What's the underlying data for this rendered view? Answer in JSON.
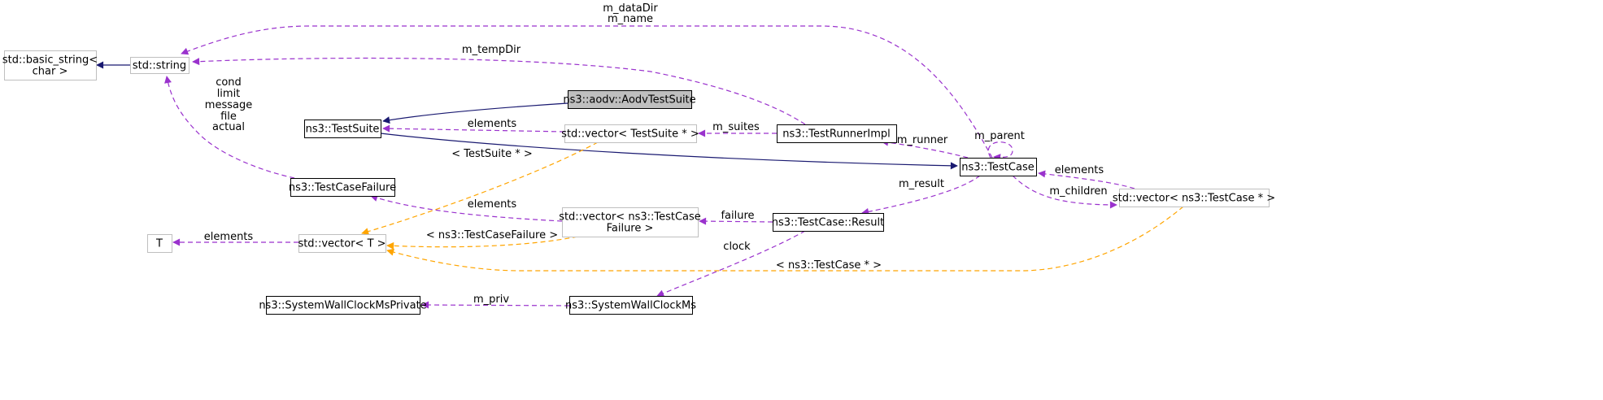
{
  "colors": {
    "inherit": "#191970",
    "member": "#9a32cd",
    "template": "#ffa500",
    "node_border": "#000000",
    "external_border": "#bfbfbf",
    "highlight_fill": "#bfbfbf"
  },
  "nodes": [
    {
      "id": "basic_string",
      "lines": [
        "std::basic_string<",
        "char >"
      ],
      "style": "external"
    },
    {
      "id": "string",
      "lines": [
        "std::string"
      ],
      "style": "external"
    },
    {
      "id": "aodv_suite",
      "lines": [
        "ns3::aodv::AodvTestSuite"
      ],
      "style": "highlight"
    },
    {
      "id": "test_suite",
      "lines": [
        "ns3::TestSuite"
      ],
      "style": "normal"
    },
    {
      "id": "vec_suite",
      "lines": [
        "std::vector< TestSuite * >"
      ],
      "style": "external"
    },
    {
      "id": "runner",
      "lines": [
        "ns3::TestRunnerImpl"
      ],
      "style": "normal"
    },
    {
      "id": "test_case",
      "lines": [
        "ns3::TestCase"
      ],
      "style": "normal"
    },
    {
      "id": "case_failure",
      "lines": [
        "ns3::TestCaseFailure"
      ],
      "style": "normal"
    },
    {
      "id": "vec_failure",
      "lines": [
        "std::vector< ns3::TestCase",
        "Failure >"
      ],
      "style": "external"
    },
    {
      "id": "result",
      "lines": [
        "ns3::TestCase::Result"
      ],
      "style": "normal"
    },
    {
      "id": "vec_case",
      "lines": [
        "std::vector< ns3::TestCase * >"
      ],
      "style": "external"
    },
    {
      "id": "t",
      "lines": [
        "T"
      ],
      "style": "external"
    },
    {
      "id": "vec_t",
      "lines": [
        "std::vector< T >"
      ],
      "style": "external"
    },
    {
      "id": "wall_private",
      "lines": [
        "ns3::SystemWallClockMsPrivate"
      ],
      "style": "normal"
    },
    {
      "id": "wall",
      "lines": [
        "ns3::SystemWallClockMs"
      ],
      "style": "normal"
    }
  ],
  "edges": [
    {
      "id": "string-to-basic",
      "kind": "inherit",
      "labels": []
    },
    {
      "id": "aodv-to-testsuite",
      "kind": "inherit",
      "labels": []
    },
    {
      "id": "testsuite-to-testcase",
      "kind": "inherit",
      "labels": []
    },
    {
      "id": "testcase-to-string",
      "kind": "member",
      "labels": [
        "m_dataDir",
        "m_name"
      ]
    },
    {
      "id": "runner-to-string",
      "kind": "member",
      "labels": [
        "m_tempDir"
      ]
    },
    {
      "id": "failure-to-string",
      "kind": "member",
      "labels": [
        "cond",
        "limit",
        "message",
        "file",
        "actual"
      ]
    },
    {
      "id": "vecsuite-to-testsuite",
      "kind": "member",
      "labels": [
        "elements"
      ]
    },
    {
      "id": "runner-to-vecsuite",
      "kind": "member",
      "labels": [
        "m_suites"
      ]
    },
    {
      "id": "testcase-to-runner",
      "kind": "member",
      "labels": [
        "m_runner"
      ]
    },
    {
      "id": "testcase-self",
      "kind": "member",
      "labels": [
        "m_parent"
      ]
    },
    {
      "id": "veccase-to-testcase",
      "kind": "member",
      "labels": [
        "elements"
      ]
    },
    {
      "id": "testcase-to-veccase",
      "kind": "member",
      "labels": [
        "m_children"
      ]
    },
    {
      "id": "testcase-to-result",
      "kind": "member",
      "labels": [
        "m_result"
      ]
    },
    {
      "id": "result-to-vecfailure",
      "kind": "member",
      "labels": [
        "failure"
      ]
    },
    {
      "id": "vecfailure-to-casefailure",
      "kind": "member",
      "labels": [
        "elements"
      ]
    },
    {
      "id": "vect-to-t",
      "kind": "member",
      "labels": [
        "elements"
      ]
    },
    {
      "id": "vecsuite-to-vect",
      "kind": "template",
      "labels": [
        "< TestSuite * >"
      ]
    },
    {
      "id": "vecfailure-to-vect",
      "kind": "template",
      "labels": [
        "< ns3::TestCaseFailure >"
      ]
    },
    {
      "id": "veccase-to-vect",
      "kind": "template",
      "labels": [
        "< ns3::TestCase * >"
      ]
    },
    {
      "id": "result-to-wall",
      "kind": "member",
      "labels": [
        "clock"
      ]
    },
    {
      "id": "wall-to-private",
      "kind": "member",
      "labels": [
        "m_priv"
      ]
    }
  ]
}
